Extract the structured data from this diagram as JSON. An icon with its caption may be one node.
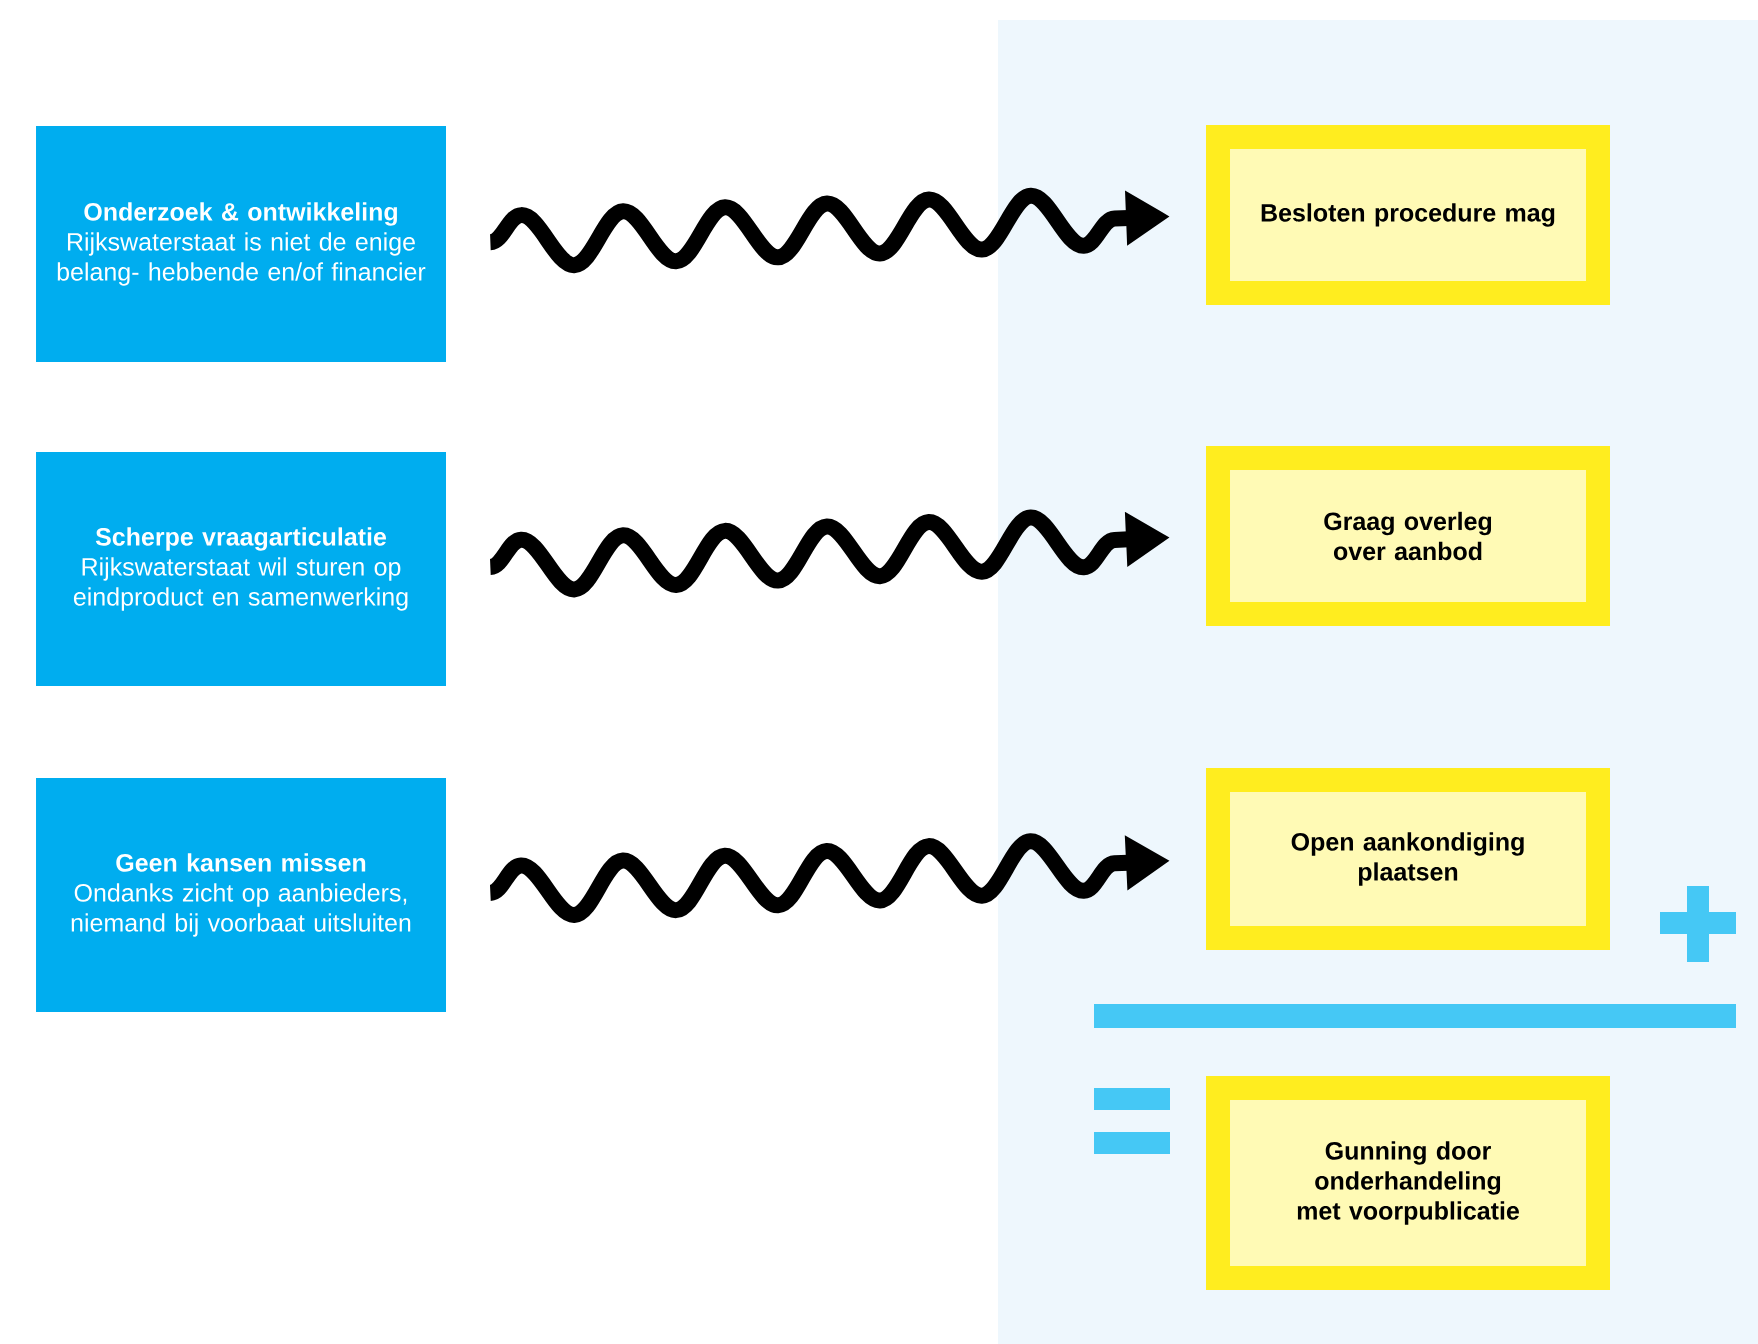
{
  "diagram": {
    "nodes": [
      {
        "text": [
          "Onderzoek & ontwikkeling",
          "Rijkswaterstaat is niet de enige belang- hebbende en/of financier"
        ]
      },
      {
        "text": [
          "Besloten procedure mag"
        ]
      },
      {
        "text": [
          "Scherpe vraagarticulatie",
          "Rijkswaterstaat wil sturen op eindproduct en samenwerking"
        ]
      },
      {
        "text": [
          "Graag overleg over aanbod"
        ]
      },
      {
        "text": [
          "Geen kansen missen",
          "Ondanks zicht op aanbieders, niemand bij voorbaat uitsluiten"
        ]
      },
      {
        "text": [
          "Open aankondiging plaatsen"
        ]
      },
      {
        "text": [
          "Gunning door onderhandeling met voorpublicatie"
        ]
      }
    ],
    "edges": [
      {
        "from": 0,
        "to": 1,
        "arrow": "to"
      },
      {
        "from": 2,
        "to": 3,
        "arrow": "to"
      },
      {
        "from": 4,
        "to": 5,
        "arrow": "to"
      }
    ]
  }
}
